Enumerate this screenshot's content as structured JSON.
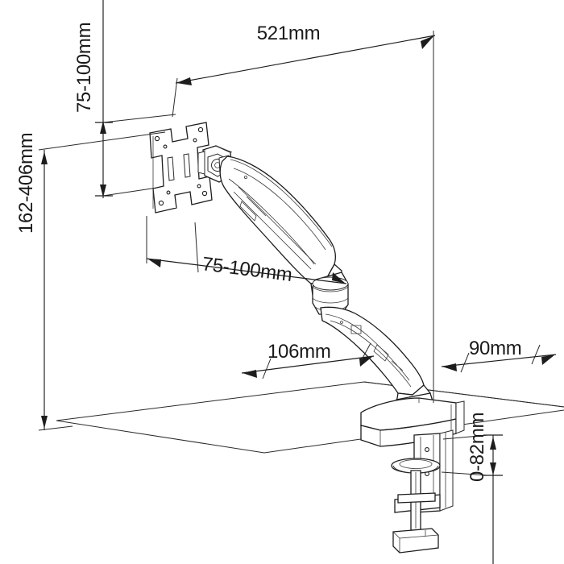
{
  "drawing": {
    "title": "Monitor Desk Mount Arm - Dimensioned Technical Drawing",
    "background_color": "#ffffff",
    "line_color": "#1d1d1d",
    "text_color": "#1a1a1a",
    "units": "mm",
    "view": "isometric line drawing"
  },
  "dimensions": {
    "vesa_vertical": "75-100mm",
    "reach_total": "521mm",
    "vesa_horizontal": "75-100mm",
    "height_range": "162-406mm",
    "base_front_offset": "106mm",
    "base_rear_offset": "90mm",
    "clamp_range": "0-82mm"
  },
  "parts": {
    "vesa_plate": "vesa-mounting-plate",
    "tilt_head": "tilt-swivel-head",
    "upper_arm": "upper-gas-spring-arm",
    "elbow_joint": "elbow-pivot-joint",
    "lower_arm": "lower-arm",
    "base_pivot": "base-rotation-pivot",
    "base_housing": "desk-base-housing",
    "c_clamp": "c-clamp-bracket",
    "clamp_screw": "clamp-screw-knob",
    "desk_surface": "desk-surface-outline"
  }
}
